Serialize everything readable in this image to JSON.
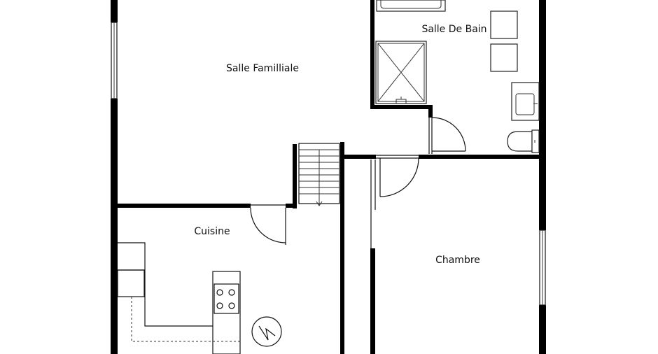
{
  "rooms": {
    "family_room": "Salle Familliale",
    "bathroom": "Salle De Bain",
    "kitchen": "Cuisine",
    "bedroom": "Chambre"
  }
}
